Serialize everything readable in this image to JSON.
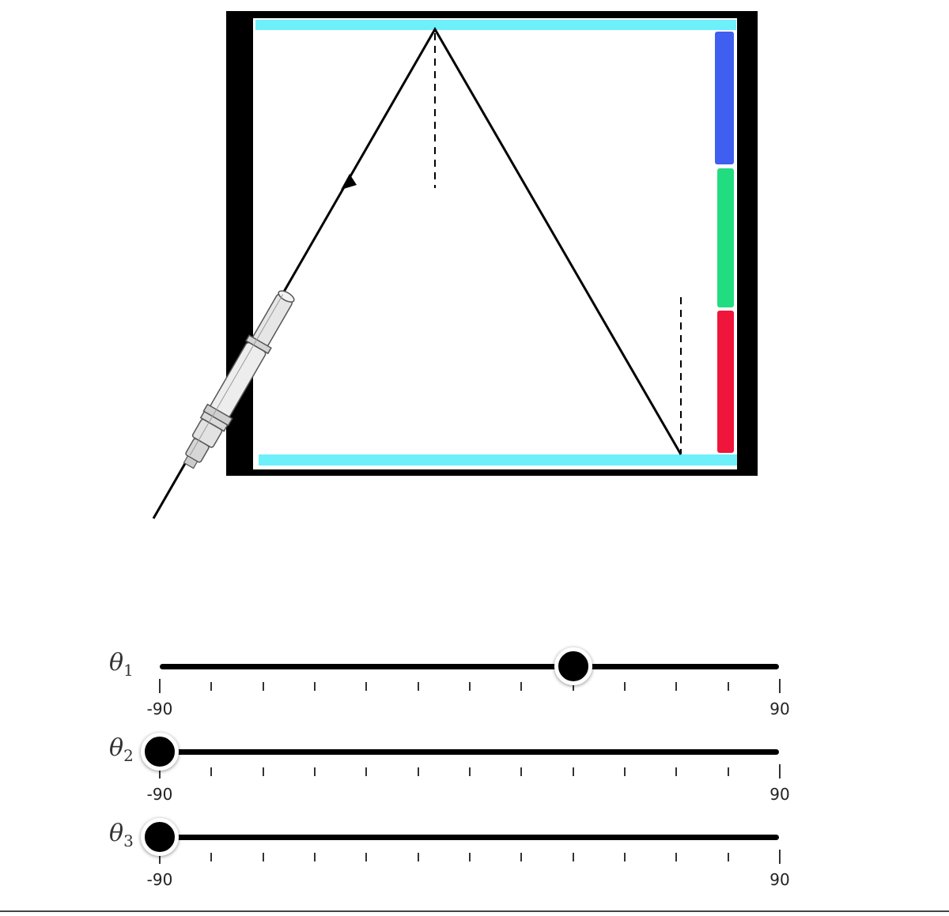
{
  "sliders": [
    {
      "symbol": "θ",
      "subscript": "1",
      "min_label": "-90",
      "max_label": "90",
      "min": -90,
      "max": 90,
      "value": 30
    },
    {
      "symbol": "θ",
      "subscript": "2",
      "min_label": "-90",
      "max_label": "90",
      "min": -90,
      "max": 90,
      "value": -90
    },
    {
      "symbol": "θ",
      "subscript": "3",
      "min_label": "-90",
      "max_label": "90",
      "min": -90,
      "max": 90,
      "value": -90
    }
  ],
  "colors": {
    "frame": "#000000",
    "mirror": "#6ef0fb",
    "filter_blue": "#3f5ff0",
    "filter_green": "#22dd80",
    "filter_red": "#f0153a",
    "ray": "#000000"
  },
  "icons": {
    "light_source": "laser-pointer-icon"
  }
}
